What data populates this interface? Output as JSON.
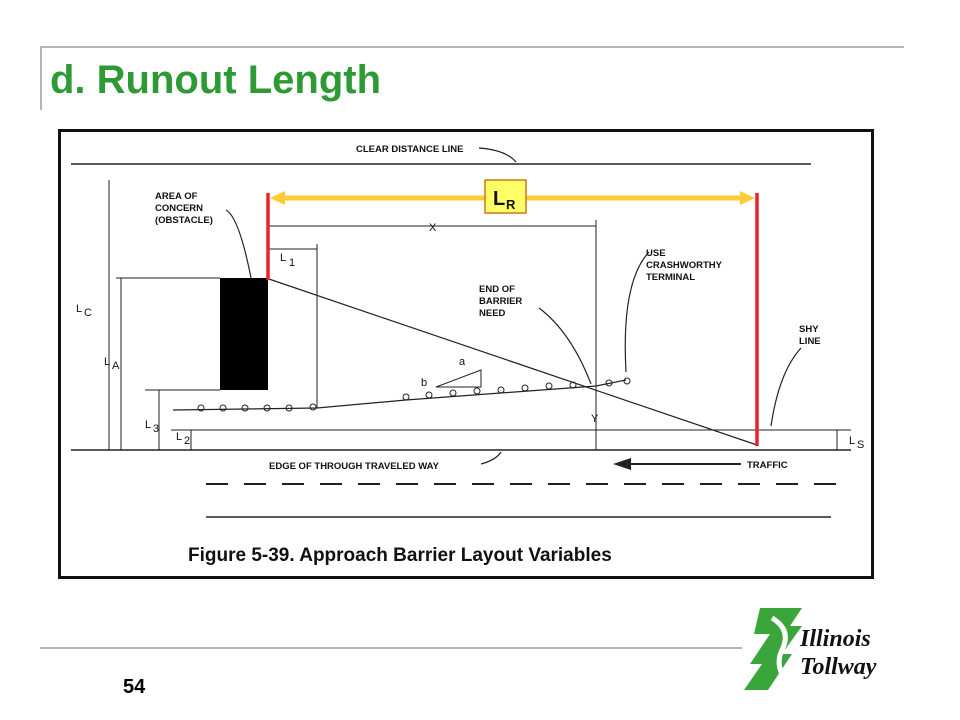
{
  "slide": {
    "title": "d. Runout Length",
    "page_number": "54"
  },
  "figure": {
    "caption": "Figure 5-39.  Approach Barrier Layout Variables",
    "labels": {
      "clear_distance_line": "CLEAR DISTANCE LINE",
      "area_of_concern": [
        "AREA OF",
        "CONCERN",
        "(OBSTACLE)"
      ],
      "x": "X",
      "l1_main": "L",
      "l1_sub": "1",
      "lc_main": "L",
      "lc_sub": "C",
      "la_main": "L",
      "la_sub": "A",
      "l3_main": "L",
      "l3_sub": "3",
      "l2_main": "L",
      "l2_sub": "2",
      "ls_main": "L",
      "ls_sub": "S",
      "use_crashworthy": [
        "USE",
        "CRASHWORTHY",
        "TERMINAL"
      ],
      "end_of_barrier": [
        "END OF",
        "BARRIER",
        "NEED"
      ],
      "a": "a",
      "b": "b",
      "y": "Y",
      "shy_line": [
        "SHY",
        "LINE"
      ],
      "edge_of_way": "EDGE OF THROUGH TRAVELED WAY",
      "traffic": "TRAFFIC"
    },
    "lr_badge": {
      "main": "L",
      "sub": "R"
    },
    "colors": {
      "highlight": "#e8232b",
      "badge_fill": "#ffff66",
      "badge_border": "#c8781c",
      "arrow": "#ffcc33"
    }
  },
  "logo": {
    "line1": "Illinois",
    "line2": "Tollway",
    "icon": "illinois-tollway-logo-icon",
    "color": "#3aa53a"
  }
}
